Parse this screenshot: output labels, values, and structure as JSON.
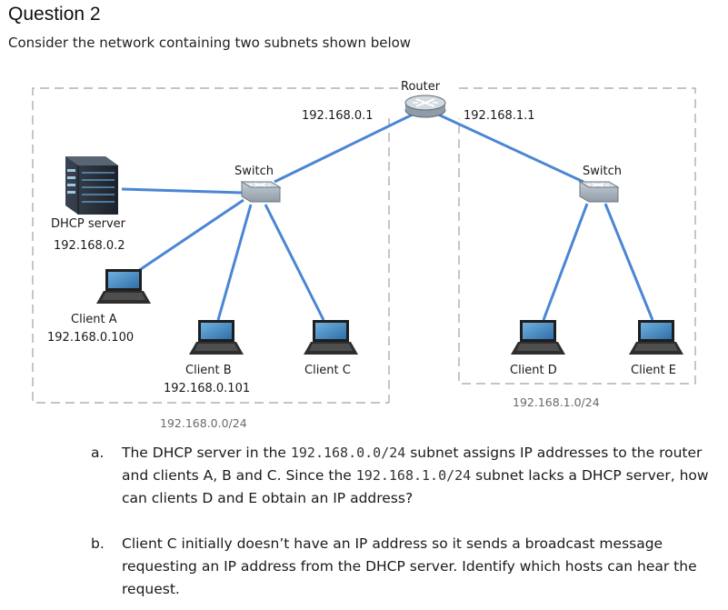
{
  "header": {
    "title": "Question 2",
    "subtitle": "Consider the network containing two subnets shown below"
  },
  "diagram": {
    "router": {
      "label": "Router",
      "left_ip": "192.168.0.1",
      "right_ip": "192.168.1.1"
    },
    "subnet_left": {
      "label": "192.168.0.0/24",
      "switch_label": "Switch",
      "dhcp_server": {
        "name": "DHCP server",
        "ip": "192.168.0.2"
      },
      "client_a": {
        "name": "Client A",
        "ip": "192.168.0.100"
      },
      "client_b": {
        "name": "Client B",
        "ip": "192.168.0.101"
      },
      "client_c": {
        "name": "Client C"
      }
    },
    "subnet_right": {
      "label": "192.168.1.0/24",
      "switch_label": "Switch",
      "client_d": {
        "name": "Client D"
      },
      "client_e": {
        "name": "Client E"
      }
    },
    "colors": {
      "link": "#4a86d4",
      "dashed_border": "#a0a0a0",
      "device": "#8a97a3"
    }
  },
  "questions": {
    "a": {
      "marker": "a.",
      "part1": "The DHCP server in the ",
      "code1": "192.168.0.0/24",
      "part2": " subnet assigns IP addresses to the router and clients A, B and C. Since the ",
      "code2": "192.168.1.0/24",
      "part3": " subnet lacks a DHCP server, how can clients D and E obtain an IP address?"
    },
    "b": {
      "marker": "b.",
      "text": "Client C initially doesn’t have an IP address so it sends a broadcast message requesting an IP address from the DHCP server. Identify which hosts can hear the request."
    }
  }
}
